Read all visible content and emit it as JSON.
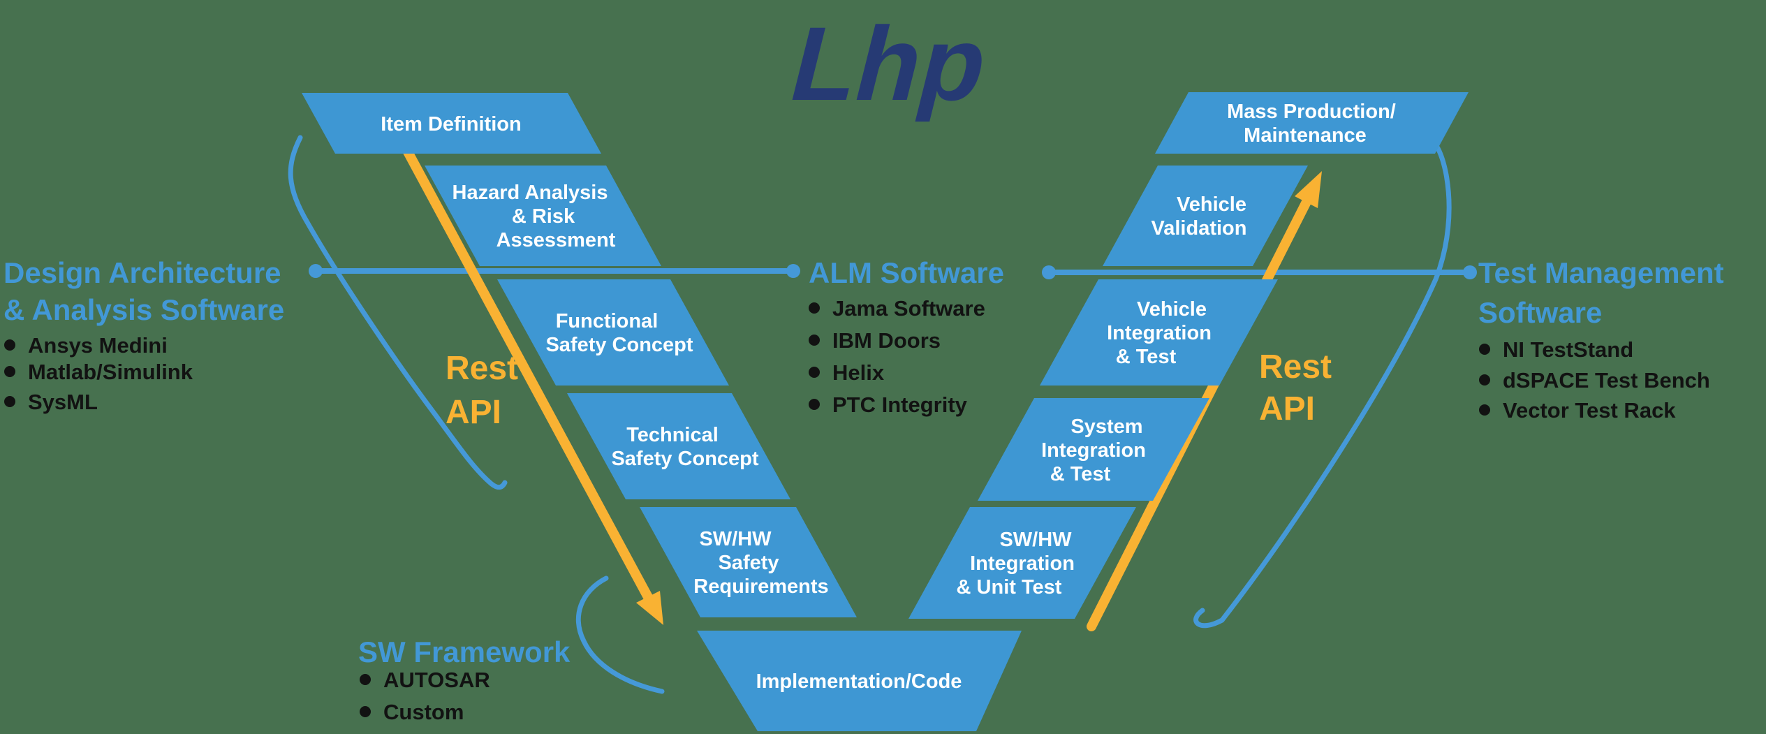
{
  "logo": {
    "text": "Lhp",
    "registered": "®",
    "color": "#263A74"
  },
  "colors": {
    "background": "#47714F",
    "box_blue": "#3E97D3",
    "accent_blue": "#4599D8",
    "heading_blue": "#4298D6",
    "arrow_yellow": "#F9B233",
    "box_text": "#FFFFFF",
    "bullet_text": "#121212",
    "logo_navy": "#263A74"
  },
  "v_model": {
    "left_boxes": [
      {
        "id": "item-definition",
        "lines": [
          "Item Definition"
        ]
      },
      {
        "id": "hazard-analysis-risk-assessment",
        "lines": [
          "Hazard Analysis",
          "& Risk",
          "Assessment"
        ]
      },
      {
        "id": "functional-safety-concept",
        "lines": [
          "Functional",
          "Safety Concept"
        ]
      },
      {
        "id": "technical-safety-concept",
        "lines": [
          "Technical",
          "Safety Concept"
        ]
      },
      {
        "id": "sw-hw-safety-requirements",
        "lines": [
          "SW/HW",
          "Safety",
          "Requirements"
        ]
      }
    ],
    "bottom_box": {
      "id": "implementation-code",
      "lines": [
        "Implementation/Code"
      ]
    },
    "right_boxes": [
      {
        "id": "sw-hw-integration-unit-test",
        "lines": [
          "SW/HW",
          "Integration",
          "& Unit Test"
        ]
      },
      {
        "id": "system-integration-test",
        "lines": [
          "System",
          "Integration",
          "& Test"
        ]
      },
      {
        "id": "vehicle-integration-test",
        "lines": [
          "Vehicle",
          "Integration",
          "& Test"
        ]
      },
      {
        "id": "vehicle-validation",
        "lines": [
          "Vehicle",
          "Validation"
        ]
      },
      {
        "id": "mass-production-maintenance",
        "lines": [
          "Mass Production/",
          "Maintenance"
        ]
      }
    ]
  },
  "labels": {
    "design": {
      "heading_lines": [
        "Design Architecture",
        "& Analysis Software"
      ],
      "items": [
        "Ansys Medini",
        "Matlab/Simulink",
        "SysML"
      ]
    },
    "alm": {
      "heading": "ALM Software",
      "items": [
        "Jama Software",
        "IBM Doors",
        "Helix",
        "PTC Integrity"
      ]
    },
    "test": {
      "heading_lines": [
        "Test Management",
        "Software"
      ],
      "items": [
        "NI TestStand",
        " dSPACE Test Bench",
        "Vector Test Rack"
      ]
    },
    "sw_framework": {
      "heading": "SW Framework",
      "items": [
        "AUTOSAR",
        "Custom"
      ]
    },
    "rest_api_left": {
      "lines": [
        "Rest",
        "API"
      ]
    },
    "rest_api_right": {
      "lines": [
        "Rest",
        "API"
      ]
    }
  }
}
